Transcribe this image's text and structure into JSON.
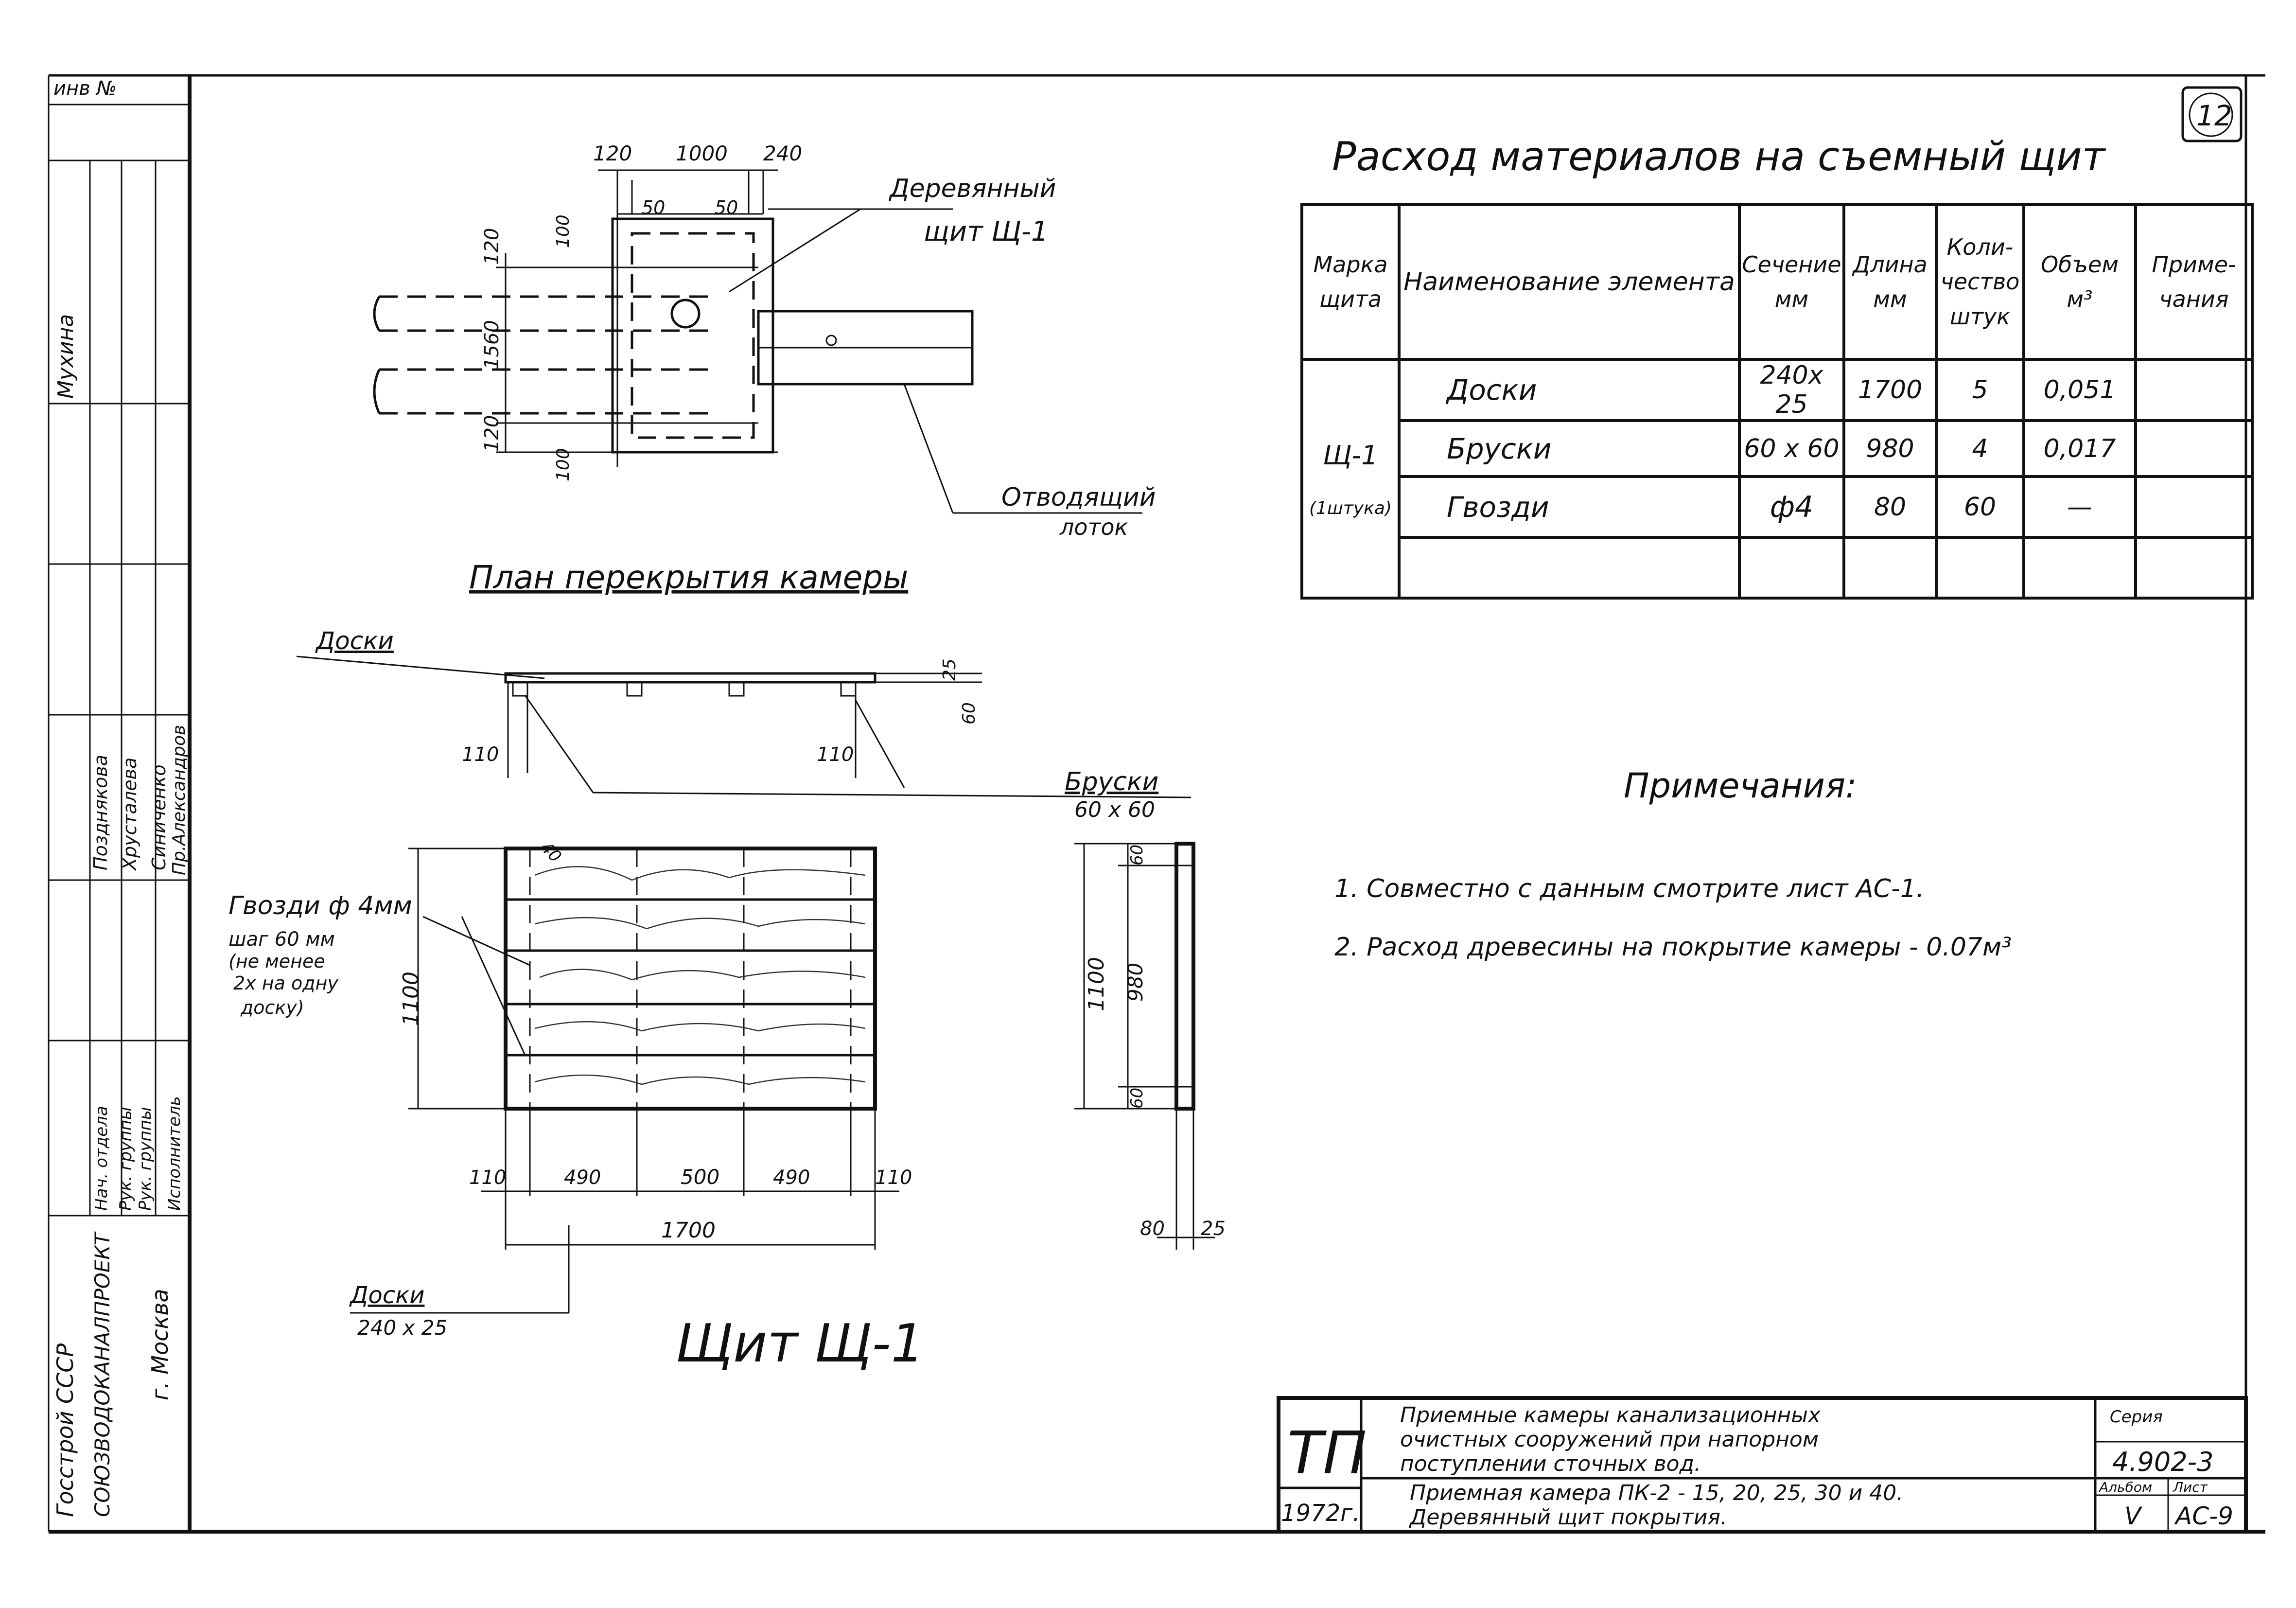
{
  "corner_mark": "инв №",
  "sheet_badge": "12",
  "plan": {
    "title": "План перекрытия камеры",
    "dims_top": [
      "120",
      "1000",
      "240"
    ],
    "dims_inner": [
      "50",
      "50"
    ],
    "dims_left": [
      "120",
      "1560",
      "120"
    ],
    "dims_side": [
      "100",
      "100"
    ],
    "label_shield": "Деревянный",
    "label_shield2": "щит Щ-1",
    "label_tray": "Отводящий",
    "label_tray2": "лоток"
  },
  "section": {
    "label_boards": "Доски",
    "dim_25": "25",
    "dim_60": "60",
    "dim_110_left": "110",
    "dim_110_right": "110",
    "label_bars": "Бруски",
    "label_bars_size": "60 x 60"
  },
  "panel": {
    "title": "Щит Щ-1",
    "nails_label": "Гвозди ф 4мм",
    "nails_step": "шаг 60 мм",
    "nails_note1": "(не менее",
    "nails_note2": "2х на одну",
    "nails_note3": "доску)",
    "dim_height": "1100",
    "dim_40": "40",
    "dims_bottom": [
      "110",
      "490",
      "500",
      "490",
      "110"
    ],
    "dim_total": "1700",
    "label_boards": "Доски",
    "label_boards_size": "240 x 25"
  },
  "side_view": {
    "dim_60": "60",
    "dim_980": "980",
    "dim_1100": "1100",
    "dim_60b": "60",
    "dim_80": "80",
    "dim_25": "25"
  },
  "materials": {
    "title": "Расход материалов на съемный щит",
    "headers": {
      "mark": "Марка щита",
      "name": "Наименование элемента",
      "section": "Сечение мм",
      "length": "Длина мм",
      "qty": "Коли- чество штук",
      "volume": "Объем м³",
      "note": "Приме- чания"
    },
    "mark_value": "Щ-1",
    "mark_count": "(1штука)",
    "rows": [
      {
        "name": "Доски",
        "section": "240x 25",
        "length": "1700",
        "qty": "5",
        "volume": "0,051"
      },
      {
        "name": "Бруски",
        "section": "60 x 60",
        "length": "980",
        "qty": "4",
        "volume": "0,017"
      },
      {
        "name": "Гвозди",
        "section": "ф4",
        "length": "80",
        "qty": "60",
        "volume": "—"
      }
    ]
  },
  "notes": {
    "title": "Примечания:",
    "items": [
      "1. Совместно с данным смотрите лист АС-1.",
      "2. Расход древесины на покрытие камеры - 0.07м³"
    ]
  },
  "left_strip": {
    "org1": "Госстрой СССР",
    "org2": "СОЮЗВОДОКАНАЛПРОЕКТ",
    "city": "г. Москва",
    "names": [
      "Мухина",
      "Позднякова",
      "Хрусталева",
      "Синиченко",
      "Пр.Александров"
    ],
    "roles": [
      "Нач. отдела",
      "Рук. группы",
      "Рук. группы",
      "Исполнитель"
    ]
  },
  "title_block": {
    "logo": "ТП",
    "year": "1972г.",
    "line1": "Приемные камеры канализационных",
    "line2": "очистных сооружений при напорном",
    "line3": "поступлении сточных вод.",
    "line4": "Приемная камера ПК-2 - 15, 20, 25, 30 и 40.",
    "line5": "Деревянный щит покрытия.",
    "series_label": "Серия",
    "series_value": "4.902-3",
    "album_label": "Альбом",
    "album_value": "V",
    "sheet_label": "Лист",
    "sheet_value": "АС-9"
  }
}
